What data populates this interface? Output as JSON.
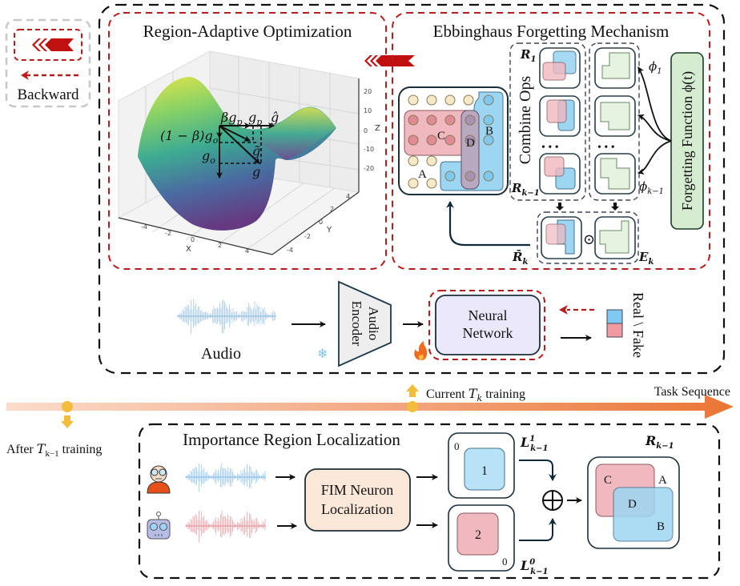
{
  "legend": {
    "backward_label": "Backward",
    "forward_arrow_icon": "chevron-arrow-left-icon",
    "backward_arrow_icon": "dashed-arrow-left-icon"
  },
  "region_adaptive": {
    "title": "Region-Adaptive Optimization",
    "plot": {
      "x_label": "X",
      "y_label": "Y",
      "z_label": "Z",
      "x_ticks": [
        "-4",
        "-2",
        "0",
        "2",
        "4"
      ],
      "y_ticks": [
        "-4",
        "-2",
        "0",
        "2",
        "4"
      ],
      "z_ticks": [
        "20",
        "10",
        "0",
        "-10",
        "-20"
      ]
    },
    "vectors": {
      "beta_gp": "βg",
      "beta_gp_sub": "p",
      "gp": "g",
      "gp_sub": "p",
      "g_hat": "ĝ",
      "one_minus_beta_go": "(1 − β)g",
      "go_sub": "o",
      "go": "g",
      "g_tilde": "g̃",
      "g": "g"
    }
  },
  "ebbinghaus": {
    "title": "Ebbinghaus Forgetting Mechanism",
    "region_labels": {
      "a": "A",
      "b": "B",
      "c": "C",
      "d": "D"
    },
    "combine_ops_label": "Combine Ops",
    "r1": "R",
    "r1_sub": "1",
    "rk1": "R",
    "rk1_sub": "k−1",
    "phi1": "ϕ",
    "phi1_sub": "1",
    "phik1": "ϕ",
    "phik1_sub": "k−1",
    "dots": "• • •",
    "forgetting_function": "Forgetting Function ϕ(t)",
    "rbar_k": "R̄",
    "rbar_k_sub": "k",
    "e_k": "E",
    "e_k_sub": "k",
    "odot": "⊙"
  },
  "pipeline": {
    "audio_label": "Audio",
    "encoder_label_1": "Audio",
    "encoder_label_2": "Encoder",
    "neural_network_1": "Neural",
    "neural_network_2": "Network",
    "output_label": "Real \\ Fake",
    "frozen_icon": "snowflake-icon",
    "trainable_icon": "fire-icon"
  },
  "timeline": {
    "current_prefix": "Current ",
    "current_t": "T",
    "current_sub": "k",
    "current_suffix": " training",
    "task_sequence": "Task Sequence",
    "after_prefix": "After ",
    "after_t": "T",
    "after_sub": "k−1",
    "after_suffix": " training"
  },
  "importance": {
    "title": "Importance Region Localization",
    "fim_1": "FIM Neuron",
    "fim_2": "Localization",
    "l1": "L",
    "l1_sup": "1",
    "l1_sub": "k−1",
    "l0": "L",
    "l0_sup": "0",
    "l0_sub": "k−1",
    "mask1_value": "1",
    "mask1_zero": "0",
    "mask2_value": "2",
    "mask2_zero": "0",
    "oplus": "⊕",
    "rk1": "R",
    "rk1_sub": "k−1",
    "region_labels": {
      "a": "A",
      "b": "B",
      "c": "C",
      "d": "D"
    },
    "human_icon": "human-speaker-icon",
    "robot_icon": "robot-speaker-icon"
  },
  "colors": {
    "red_dashed": "#b81c1c",
    "pink_region": "#f0b8bf",
    "blue_region": "#9dd6f2",
    "purple_overlap": "#b8a8c0",
    "neuron_fill": "#f6e9c8",
    "green_mask": "#e6f3e0",
    "forgetting_box": "#d5ecd0",
    "neural_box": "#ece8fb",
    "fim_box": "#fbe8d8",
    "timeline_start": "#fbd9c8",
    "timeline_end": "#ea7a3a",
    "marker": "#f2bd3a"
  }
}
